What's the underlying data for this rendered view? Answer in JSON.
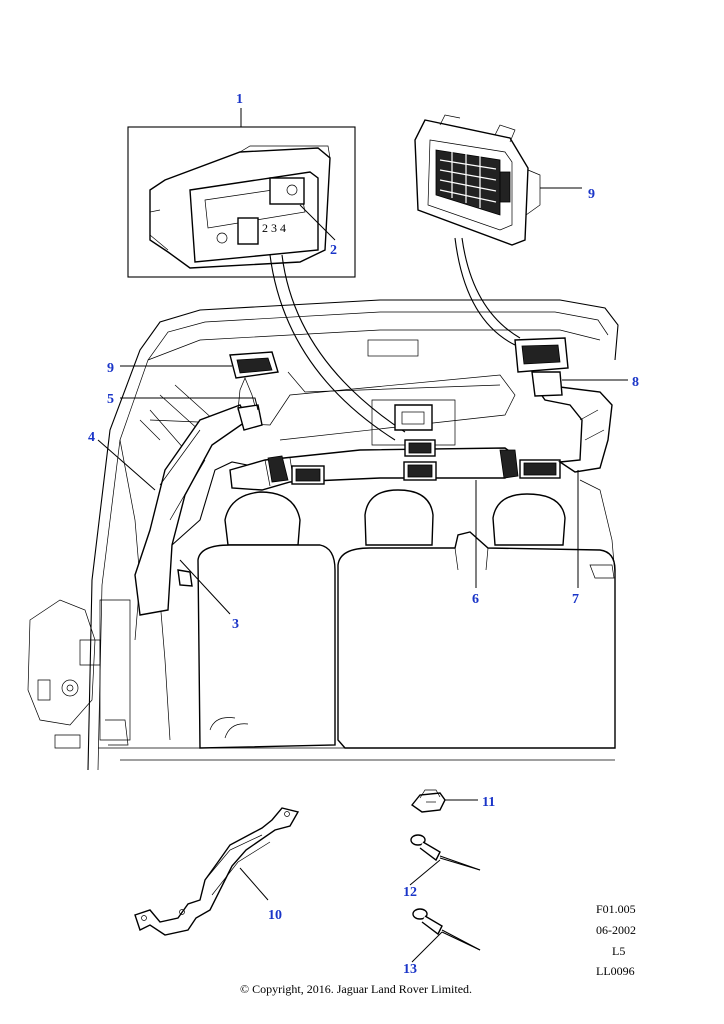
{
  "callouts": {
    "c1": "1",
    "c2": "2",
    "c3": "3",
    "c4": "4",
    "c5": "5",
    "c6": "6",
    "c7": "7",
    "c8": "8",
    "c9a": "9",
    "c9b": "9",
    "c10": "10",
    "c11": "11",
    "c12": "12",
    "c13": "13"
  },
  "inset_switch_numbers": "2 3 4",
  "reference": {
    "code": "F01.005",
    "date": "06-2002",
    "level": "L5",
    "drawing": "LL0096"
  },
  "copyright": "© Copyright, 2016. Jaguar Land Rover Limited.",
  "colors": {
    "callout": "#1a35c8",
    "line": "#000000",
    "background": "#ffffff"
  }
}
